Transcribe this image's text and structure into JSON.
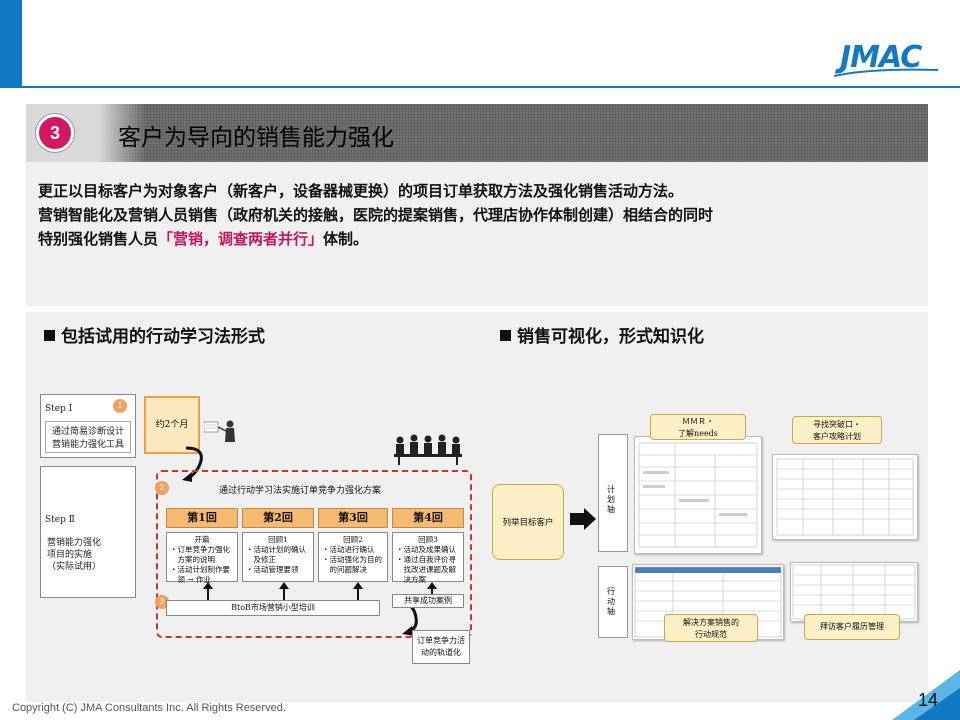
{
  "brand": {
    "logo_text": "JMAC",
    "accent": "#1479c5",
    "highlight": "#c2185b"
  },
  "banner": {
    "number": "3",
    "title": "客户为导向的销售能力强化"
  },
  "intro": {
    "line1": "更正以目标客户为对象客户（新客户，设备器械更换）的项目订单获取方法及强化销售活动方法。",
    "line2": "营销智能化及营销人员销售（政府机关的接触，医院的提案销售，代理店协作体制创建）相结合的同时",
    "line3_pre": "特别强化销售人员",
    "line3_highlight": "「营销，调查两者并行」",
    "line3_post": "体制。"
  },
  "left_section": {
    "heading": "包括试用的行动学习法形式",
    "step1": {
      "label": "Step Ⅰ",
      "badge": "1",
      "text1": "通过简易诊断设计",
      "text2": "营销能力强化工具"
    },
    "step2": {
      "label": "Step Ⅱ",
      "text1": "营销能力强化",
      "text2": "项目的实施",
      "text3": "（实际试用）"
    },
    "duration": "约2个月",
    "badge2": "2",
    "badge3": "3",
    "plan_title": "通过行动学习法实施订单竞争力强化方案",
    "rounds": [
      {
        "label": "第1回",
        "title": "开篇",
        "l1": "・订单竞争力强化",
        "l2": "　方案的说明",
        "l3": "・活动计划制作要",
        "l4": "　领 → 作业"
      },
      {
        "label": "第2回",
        "title": "回顾1",
        "l1": "・活动计划的确认",
        "l2": "　及修正",
        "l3": "・活动管理要领",
        "l4": ""
      },
      {
        "label": "第3回",
        "title": "回顾2",
        "l1": "・活动进行确认",
        "l2": "・活动强化为目的",
        "l3": "　的问题解决",
        "l4": ""
      },
      {
        "label": "第4回",
        "title": "回顾3",
        "l1": "・活动及成果确认",
        "l2": "・通过自我评价寻",
        "l3": "　找改进课题及解",
        "l4": "　决方案"
      }
    ],
    "training": "BtoB市场营销小型培训",
    "share": "共享成功案例",
    "trajectory1": "订单竞争力活",
    "trajectory2": "动的轨道化"
  },
  "right_section": {
    "heading": "销售可视化，形式知识化",
    "list_target": "列举目标客户",
    "plan_axis": "计划轴",
    "action_axis": "行动轴",
    "mmr1": "ＭＭＲ・",
    "mmr2": "了解needs",
    "breakthrough1": "寻找突破口・",
    "breakthrough2": "客户攻略计划",
    "solution1": "解决方案销售的",
    "solution2": "行动规范",
    "visit_log": "拜访客户履历管理"
  },
  "footer": {
    "copyright": "Copyright (C) JMA Consultants Inc. All Rights Reserved.",
    "page": "14"
  }
}
